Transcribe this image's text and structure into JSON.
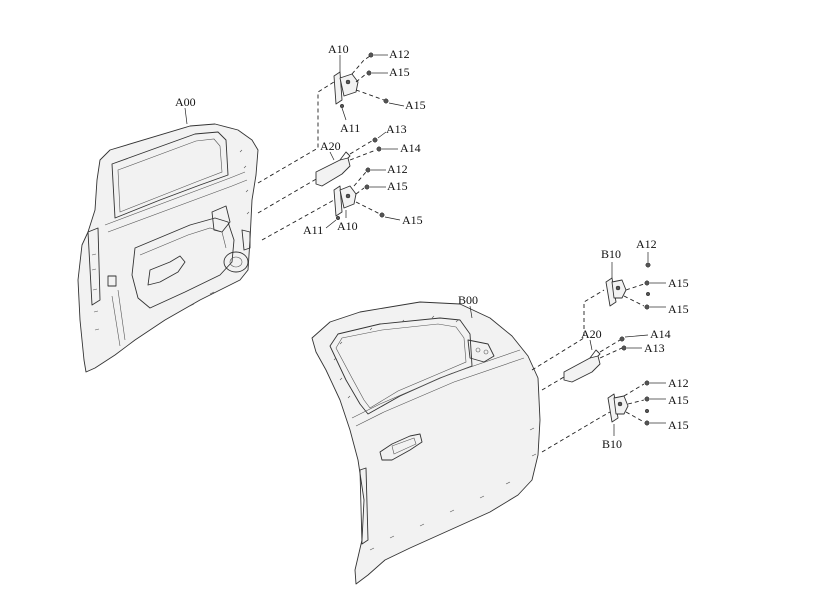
{
  "diagram": {
    "labels": {
      "a00": "A00",
      "a10_top": "A10",
      "a12_top": "A12",
      "a15_top1": "A15",
      "a15_top2": "A15",
      "a11_top": "A11",
      "a13": "A13",
      "a20_left": "A20",
      "a14": "A14",
      "a12_mid": "A12",
      "a15_mid1": "A15",
      "a15_mid2": "A15",
      "a11_bot": "A11",
      "a10_bot": "A10",
      "b00": "B00",
      "b10_top": "B10",
      "a12_rtop": "A12",
      "a15_r1": "A15",
      "a15_r2": "A15",
      "a20_right": "A20",
      "a14_r": "A14",
      "a13_r": "A13",
      "a12_rbot": "A12",
      "a15_r3": "A15",
      "a15_r4": "A15",
      "b10_bot": "B10"
    }
  }
}
